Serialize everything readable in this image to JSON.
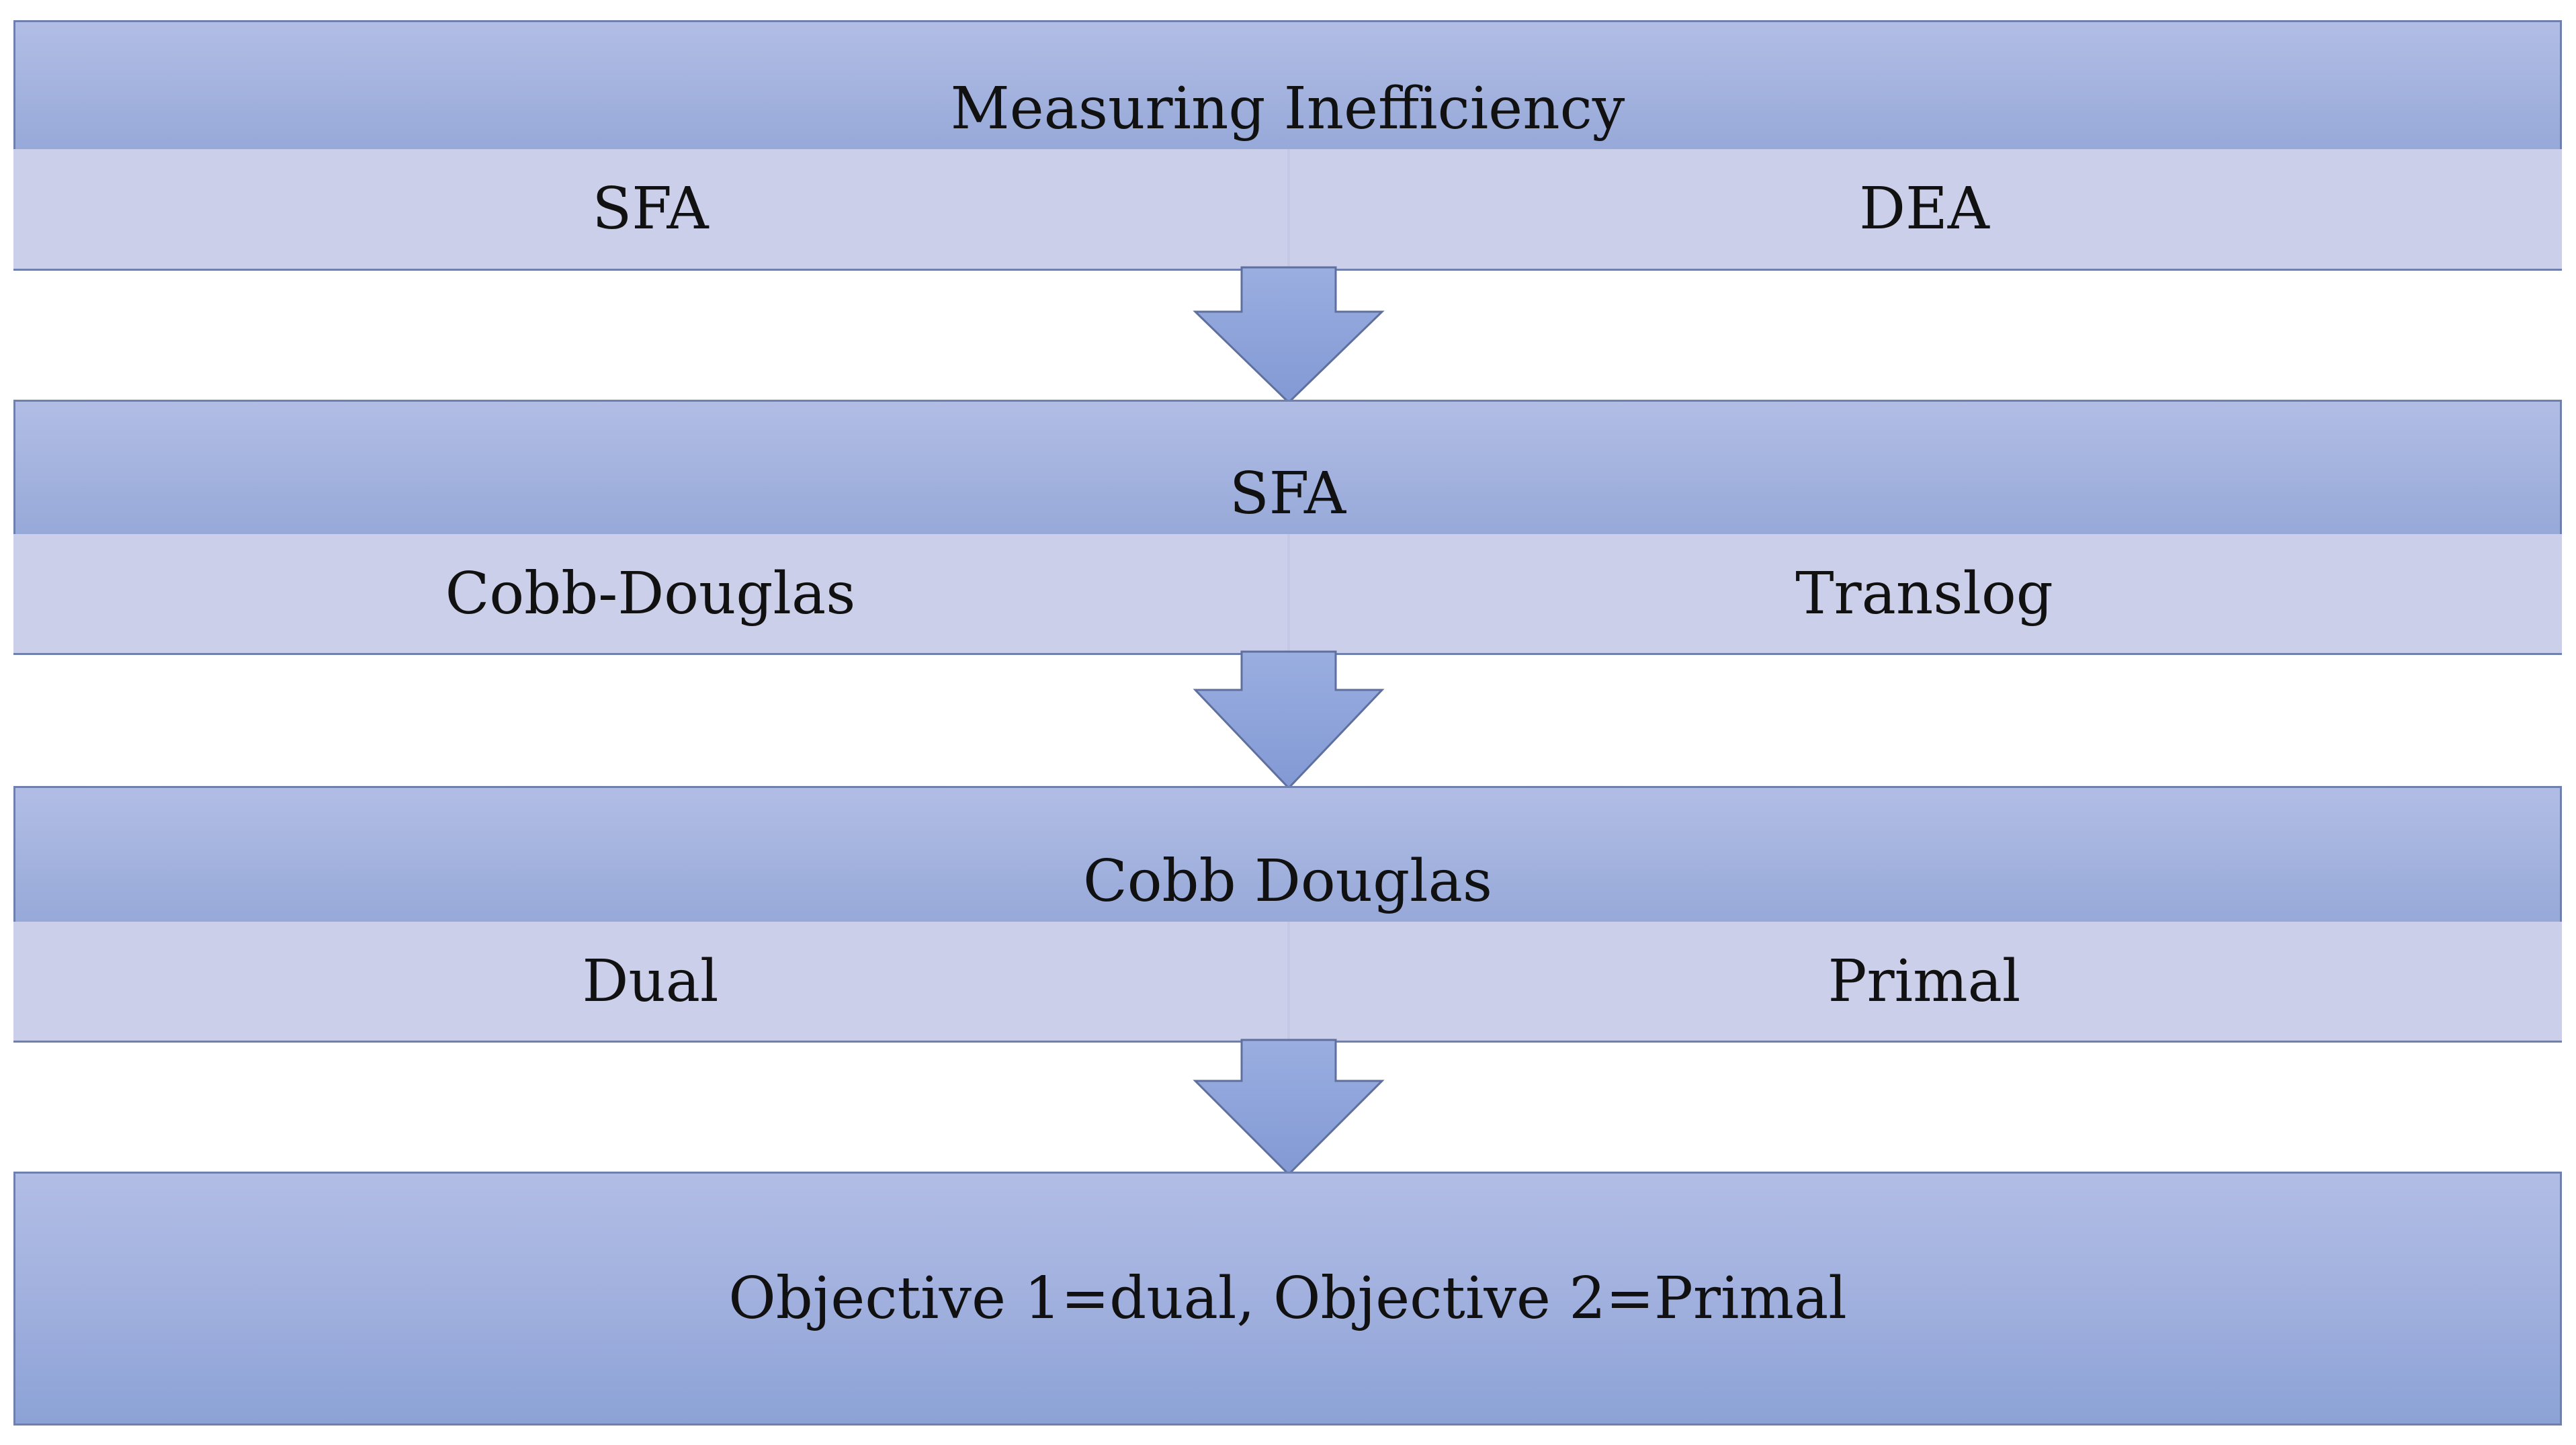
{
  "levels": [
    {
      "title": "Measuring Inefficiency",
      "options": [
        "SFA",
        "DEA"
      ]
    },
    {
      "title": "SFA",
      "options": [
        "Cobb-Douglas",
        "Translog"
      ]
    },
    {
      "title": "Cobb Douglas",
      "options": [
        "Dual",
        "Primal"
      ]
    }
  ],
  "final": {
    "text": "Objective 1=dual, Objective 2=Primal"
  },
  "colors": {
    "header_band": "#a3b2de",
    "option_strip": "#cbcfe9",
    "arrow_fill": "#8fa3d8",
    "outline": "#6f7fae"
  }
}
